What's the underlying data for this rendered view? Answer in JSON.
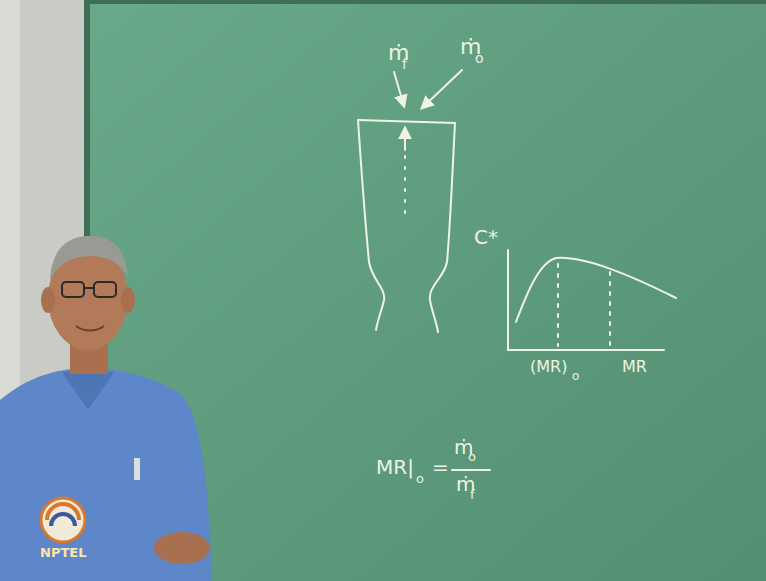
{
  "diagram": {
    "labels": [
      "ṁ",
      "f",
      "ṁ",
      "o",
      "C*",
      "(MR)",
      "o",
      "MR",
      "MR|",
      "o",
      "=",
      "ṁ",
      "o",
      "ṁ",
      "f",
      "NPTEL"
    ]
  }
}
